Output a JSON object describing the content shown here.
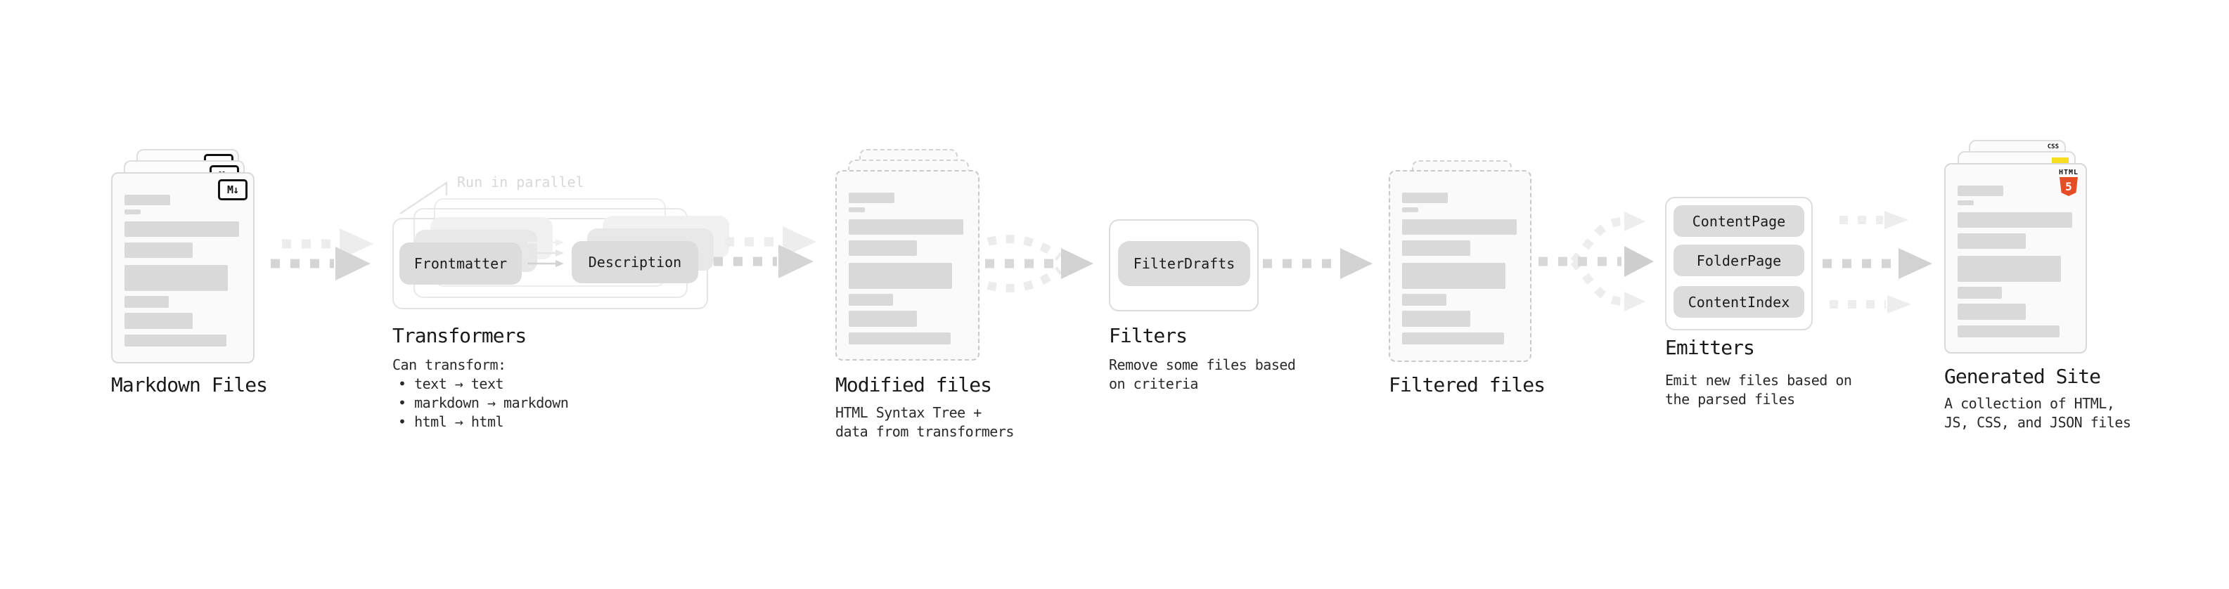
{
  "stages": {
    "markdown_files": {
      "label": "Markdown Files",
      "badge": "M↓"
    },
    "transformers": {
      "label": "Transformers",
      "callout": "Run in parallel",
      "pill_left": "Frontmatter",
      "pill_right": "Description",
      "note_title": "Can transform:",
      "bullets": [
        "• text → text",
        "• markdown → markdown",
        "• html → html"
      ]
    },
    "modified_files": {
      "label": "Modified files",
      "desc_line1": "HTML Syntax Tree +",
      "desc_line2": "data from transformers"
    },
    "filters": {
      "label": "Filters",
      "pill": "FilterDrafts",
      "desc_line1": "Remove some files based",
      "desc_line2": "on criteria"
    },
    "filtered_files": {
      "label": "Filtered files"
    },
    "emitters": {
      "label": "Emitters",
      "pills": [
        "ContentPage",
        "FolderPage",
        "ContentIndex"
      ],
      "desc_line1": "Emit new files based on",
      "desc_line2": "the parsed files"
    },
    "generated_site": {
      "label": "Generated Site",
      "desc_line1": "A collection of HTML,",
      "desc_line2": "JS, CSS, and JSON files",
      "html5_badge_label": "HTML",
      "html5_badge_number": "5",
      "css_badge_label": "CSS"
    }
  },
  "colors": {
    "html5_orange": "#e44d26",
    "js_yellow": "#f7df1e",
    "css_blue": "#2b66f6"
  }
}
